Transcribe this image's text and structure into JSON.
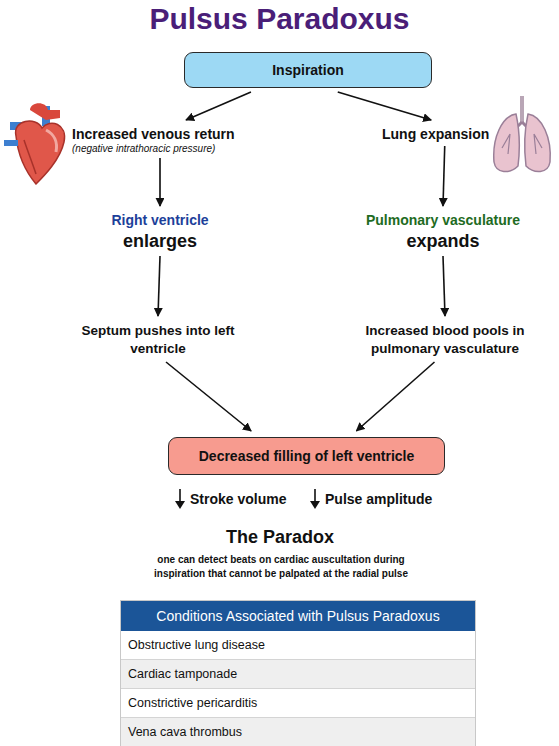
{
  "diagram": {
    "title": "Pulsus Paradoxus",
    "nodes": [
      {
        "text": [
          "Inspiration"
        ]
      },
      {
        "text": [
          "Increased venous return",
          "(negative intrathoracic pressure)"
        ]
      },
      {
        "text": [
          "Lung expansion"
        ]
      },
      {
        "text": [
          "Right ventricle",
          "enlarges"
        ]
      },
      {
        "text": [
          "Pulmonary vasculature",
          "expands"
        ]
      },
      {
        "text": [
          "Septum pushes into left ventricle"
        ]
      },
      {
        "text": [
          "Increased blood pools in pulmonary vasculature"
        ]
      },
      {
        "text": [
          "Decreased filling of left ventricle"
        ]
      }
    ],
    "edges": [
      {
        "from": 0,
        "to": 1,
        "arrow": "to"
      },
      {
        "from": 0,
        "to": 2,
        "arrow": "to"
      },
      {
        "from": 1,
        "to": 3,
        "arrow": "to"
      },
      {
        "from": 2,
        "to": 4,
        "arrow": "to"
      },
      {
        "from": 3,
        "to": 5,
        "arrow": "to"
      },
      {
        "from": 4,
        "to": 6,
        "arrow": "to"
      },
      {
        "from": 5,
        "to": 7,
        "arrow": "to"
      },
      {
        "from": 6,
        "to": 7,
        "arrow": "to"
      }
    ],
    "labels": [
      "Stroke volume",
      "Pulse amplitude",
      "The Paradox",
      "one can detect beats on cardiac auscultation during inspiration that cannot be palpated at the radial pulse",
      "Conditions Associated with Pulsus Paradoxus",
      "Obstructive lung disease",
      "Cardiac tamponade",
      "Constrictive pericarditis",
      "Vena cava thrombus"
    ]
  }
}
